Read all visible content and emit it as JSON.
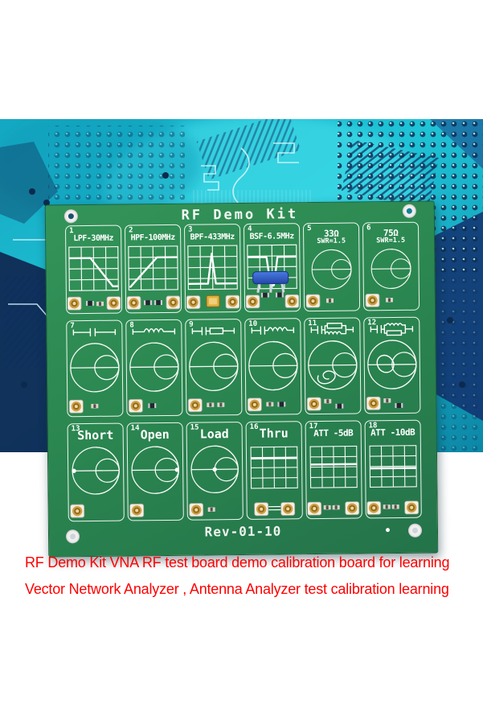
{
  "board": {
    "title": "RF Demo Kit",
    "revision": "Rev-01-10",
    "cells": [
      {
        "number": "1",
        "label": "LPF-30MHz",
        "chart": "lowpass-response"
      },
      {
        "number": "2",
        "label": "HPF-100MHz",
        "chart": "highpass-response"
      },
      {
        "number": "3",
        "label": "BPF-433MHz",
        "chart": "bandpass-response"
      },
      {
        "number": "4",
        "label": "BSF-6.5MHz",
        "chart": "bandstop-response"
      },
      {
        "number": "5",
        "label": "33Ω",
        "sublabel": "SWR=1.5",
        "chart": "smith-chart"
      },
      {
        "number": "6",
        "label": "75Ω",
        "sublabel": "SWR=1.5",
        "chart": "smith-chart"
      },
      {
        "number": "7",
        "symbol": "series-capacitor",
        "chart": "smith-chart"
      },
      {
        "number": "8",
        "symbol": "series-inductor",
        "chart": "smith-chart"
      },
      {
        "number": "9",
        "symbol": "capacitor-resistor-series",
        "chart": "smith-chart"
      },
      {
        "number": "10",
        "symbol": "capacitor-inductor-series",
        "chart": "smith-chart"
      },
      {
        "number": "11",
        "symbol": "capacitor-with-parallel-RL",
        "chart": "smith-chart-loop"
      },
      {
        "number": "12",
        "symbol": "capacitor-with-parallel-LR",
        "chart": "smith-chart-loop"
      },
      {
        "number": "13",
        "label": "Short",
        "chart": "smith-chart",
        "marker": "left"
      },
      {
        "number": "14",
        "label": "Open",
        "chart": "smith-chart",
        "marker": "right"
      },
      {
        "number": "15",
        "label": "Load",
        "chart": "smith-chart",
        "marker": "center"
      },
      {
        "number": "16",
        "label": "Thru",
        "chart": "flat-response"
      },
      {
        "number": "17",
        "label": "ATT -5dB",
        "chart": "flat-response"
      },
      {
        "number": "18",
        "label": "ATT -10dB",
        "chart": "flat-response"
      }
    ]
  },
  "caption": {
    "line1": "RF Demo Kit VNA RF test board demo calibration board for learning",
    "line2": "Vector Network Analyzer , Antenna Analyzer test calibration learning"
  },
  "colors": {
    "board_green": "#2b8750",
    "silkscreen": "#ffffff",
    "background_cyan": "#1fc3d6",
    "background_navy": "#13306e",
    "caption_red": "#ff0000",
    "connector_gold": "#cfa045",
    "component_blue": "#3b6fd9"
  }
}
